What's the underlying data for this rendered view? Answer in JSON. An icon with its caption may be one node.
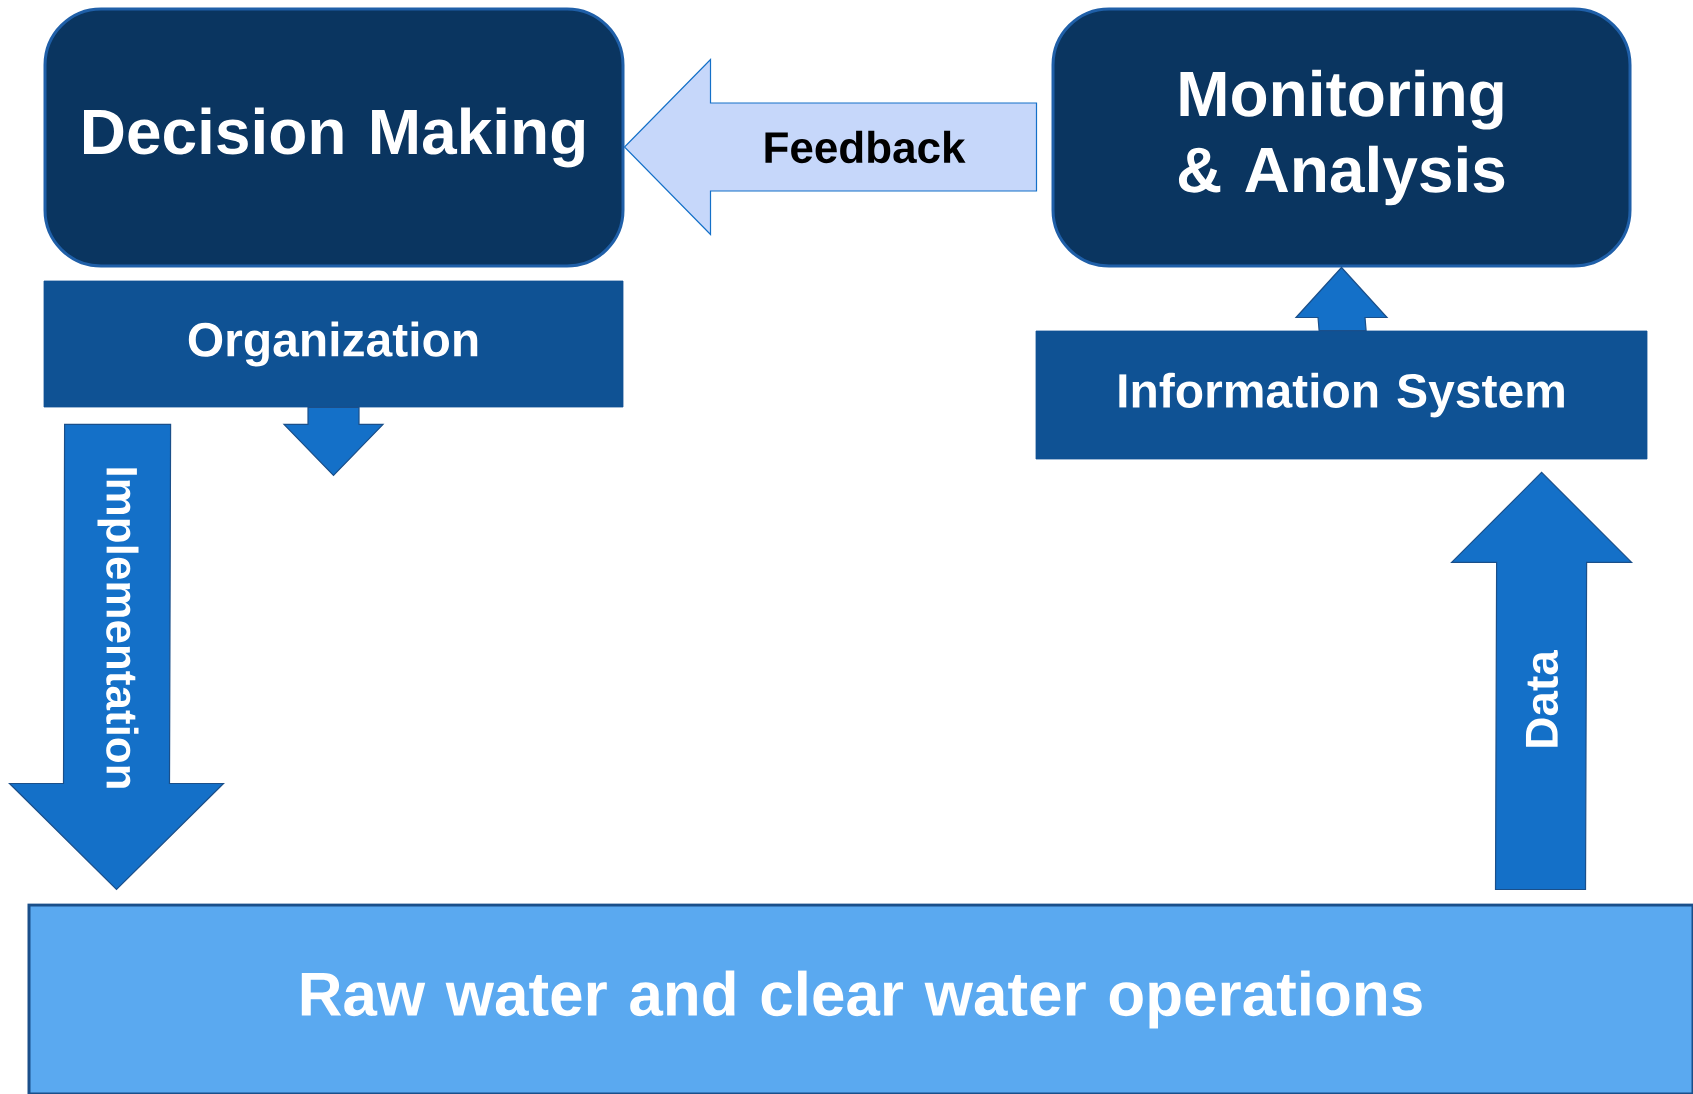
{
  "diagram": {
    "nodes": [
      {
        "text": [
          "Decision Making"
        ]
      },
      {
        "text": [
          "Monitoring & Analysis"
        ]
      },
      {
        "text": [
          "Organization"
        ]
      },
      {
        "text": [
          "Information System"
        ]
      },
      {
        "text": [
          "Raw water and clear water operations"
        ]
      }
    ],
    "edges": [
      {
        "from": 1,
        "to": 0,
        "arrow": "to",
        "label": "Feedback",
        "color": "#c6d7fa"
      },
      {
        "from": 2,
        "to": 4,
        "arrow": "to",
        "label": "Implementation"
      },
      {
        "from": 2,
        "to": null,
        "arrow": "to"
      },
      {
        "from": 3,
        "to": 1,
        "arrow": "to"
      },
      {
        "from": 4,
        "to": 3,
        "arrow": "to",
        "label": "Data"
      }
    ]
  }
}
